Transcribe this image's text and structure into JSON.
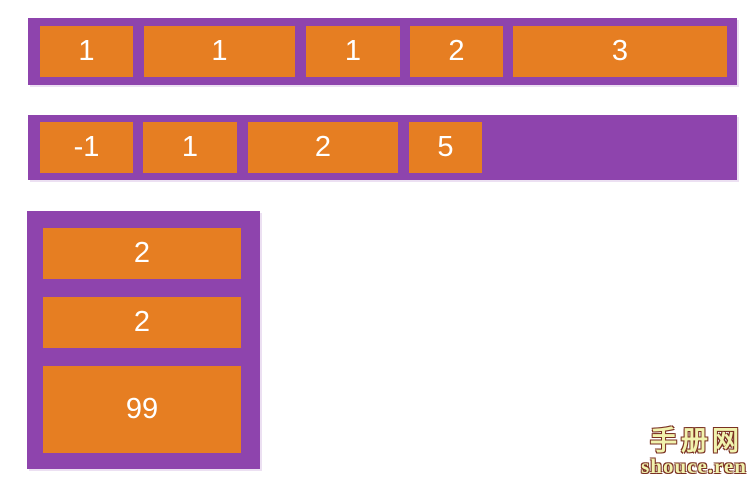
{
  "diagram": {
    "description": "flexbox flex-grow demo",
    "colors": {
      "container_background": "#8e44ad",
      "item_background": "#e67e22",
      "item_text": "#ffffff",
      "page_background": "#ffffff",
      "container_shadow": "#ece0f2"
    },
    "rows": [
      {
        "direction": "row",
        "items": [
          "1",
          "1",
          "1",
          "2",
          "3"
        ]
      },
      {
        "direction": "row",
        "items": [
          "-1",
          "1",
          "2",
          "5"
        ]
      }
    ],
    "column": {
      "direction": "column",
      "items": [
        "2",
        "2",
        "99"
      ]
    }
  },
  "watermark": {
    "site_name": "手册网",
    "site_url": "shouce.ren",
    "fill_color": "#f1f3ae",
    "outline_color": "#7a3022"
  }
}
